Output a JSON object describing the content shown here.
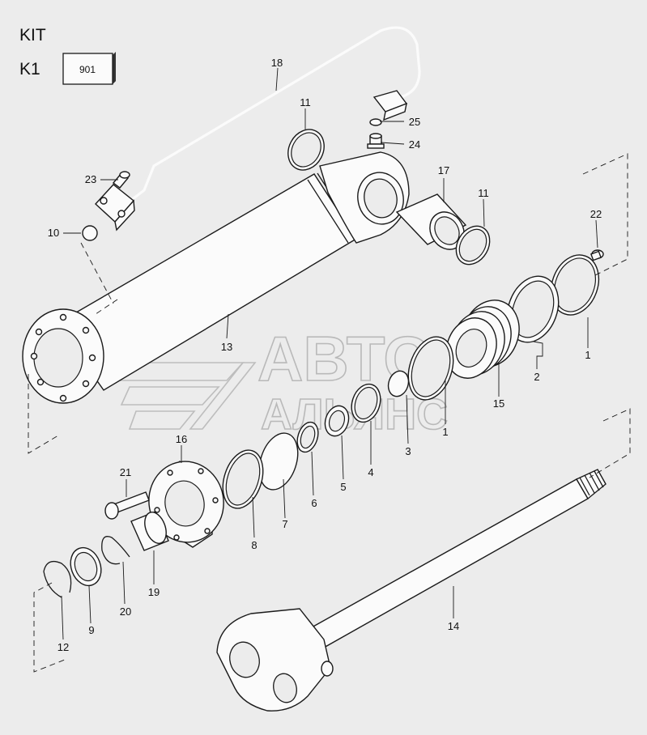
{
  "header": {
    "kit_label": "KIT",
    "k1_label": "K1",
    "k1_code": "901"
  },
  "watermark": {
    "line1": "АВТО",
    "line2": "АЛЬЯНС"
  },
  "callouts": {
    "c1a": "1",
    "c1b": "1",
    "c2": "2",
    "c3": "3",
    "c4": "4",
    "c5": "5",
    "c6": "6",
    "c7": "7",
    "c8": "8",
    "c9": "9",
    "c10": "10",
    "c11a": "11",
    "c11b": "11",
    "c12": "12",
    "c13": "13",
    "c14": "14",
    "c15": "15",
    "c16": "16",
    "c17": "17",
    "c18": "18",
    "c19": "19",
    "c20": "20",
    "c21": "21",
    "c22": "22",
    "c23": "23",
    "c24": "24",
    "c25": "25"
  }
}
